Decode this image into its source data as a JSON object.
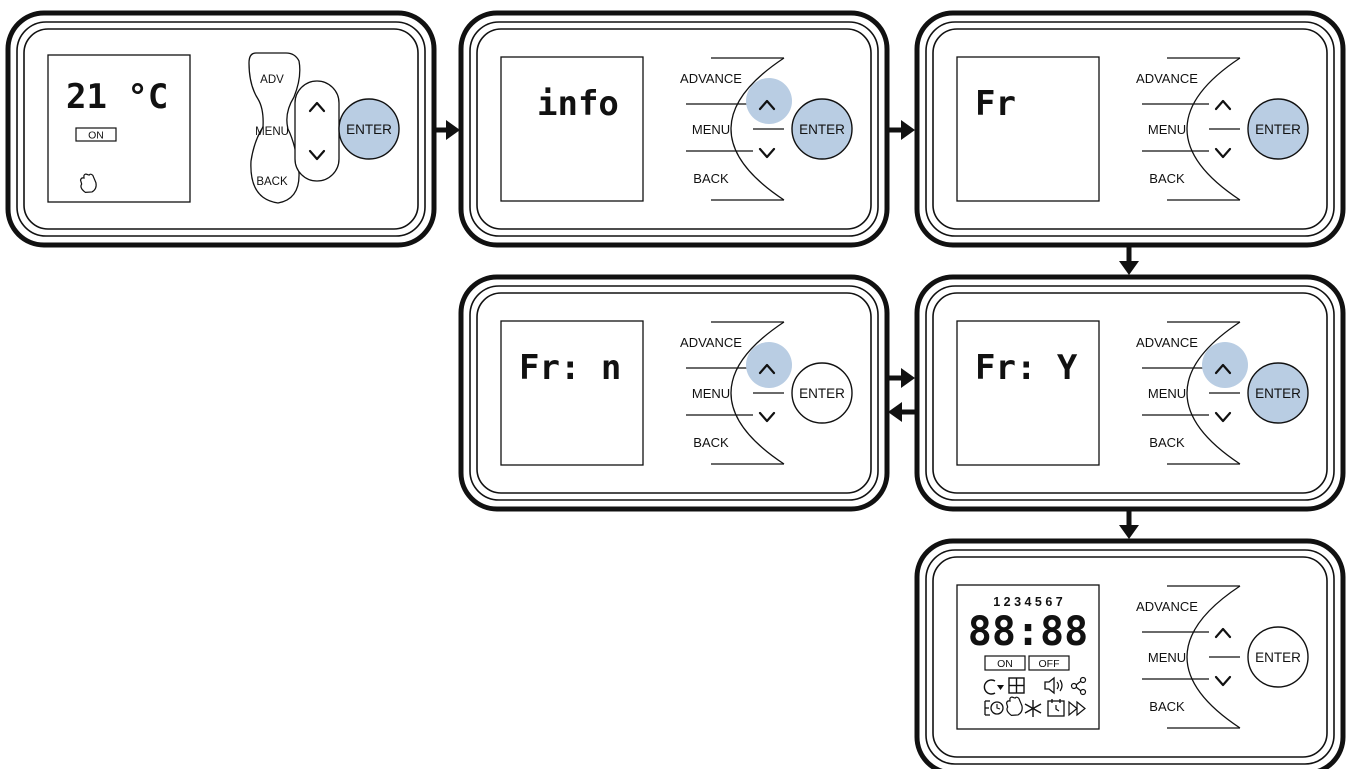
{
  "colors": {
    "highlight": "#b9cde3",
    "outline": "#111111"
  },
  "panel1": {
    "display": "21 °C",
    "badge": "ON",
    "icon": "hand-icon",
    "buttons": {
      "adv": "ADV",
      "menu": "MENU",
      "back": "BACK",
      "enter": "ENTER"
    },
    "highlighted": [
      "enter"
    ]
  },
  "panel2": {
    "display": "info",
    "labels": {
      "advance": "ADVANCE",
      "menu": "MENU",
      "back": "BACK",
      "enter": "ENTER"
    },
    "highlighted": [
      "up",
      "enter"
    ]
  },
  "panel3": {
    "display": "Fr",
    "labels": {
      "advance": "ADVANCE",
      "menu": "MENU",
      "back": "BACK",
      "enter": "ENTER"
    },
    "highlighted": [
      "enter"
    ]
  },
  "panel4": {
    "display": "Fr: n",
    "labels": {
      "advance": "ADVANCE",
      "menu": "MENU",
      "back": "BACK",
      "enter": "ENTER"
    },
    "highlighted": [
      "up"
    ]
  },
  "panel5": {
    "display": "Fr: Y",
    "labels": {
      "advance": "ADVANCE",
      "menu": "MENU",
      "back": "BACK",
      "enter": "ENTER"
    },
    "highlighted": [
      "up",
      "enter"
    ]
  },
  "panel6": {
    "days": "1 2 3 4 5 6 7",
    "time": "88:88",
    "badge_on": "ON",
    "badge_off": "OFF",
    "icons_row1": [
      "cycle-icon",
      "window-icon",
      "speaker-icon",
      "share-icon"
    ],
    "icons_row2": [
      "eco-clock-icon",
      "hand-icon",
      "snowflake-icon",
      "timer-icon",
      "fast-forward-icon"
    ],
    "labels": {
      "advance": "ADVANCE",
      "menu": "MENU",
      "back": "BACK",
      "enter": "ENTER"
    },
    "highlighted": []
  }
}
